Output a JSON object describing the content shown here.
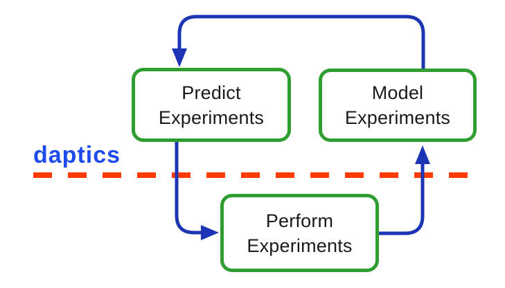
{
  "diagram": {
    "logo_text": "daptics",
    "nodes": [
      {
        "id": "predict",
        "line1": "Predict",
        "line2": "Experiments"
      },
      {
        "id": "model",
        "line1": "Model",
        "line2": "Experiments"
      },
      {
        "id": "perform",
        "line1": "Perform",
        "line2": "Experiments"
      }
    ],
    "arrows": [
      {
        "name": "model-to-predict",
        "description": "from top of Model Experiments up, left, down into top of Predict Experiments"
      },
      {
        "name": "predict-to-perform",
        "description": "from bottom of Predict Experiments down, right into left side of Perform Experiments"
      },
      {
        "name": "perform-to-model",
        "description": "from right side of Perform Experiments right, up into bottom of Model Experiments"
      }
    ],
    "divider": {
      "style": "dashed horizontal line"
    },
    "colors": {
      "node_border": "#2d9e2f",
      "arrow": "#1c35b5",
      "divider": "#ff3b00",
      "logo": "#1e4bee",
      "text": "#1a1a1a",
      "background": "#ffffff"
    }
  }
}
